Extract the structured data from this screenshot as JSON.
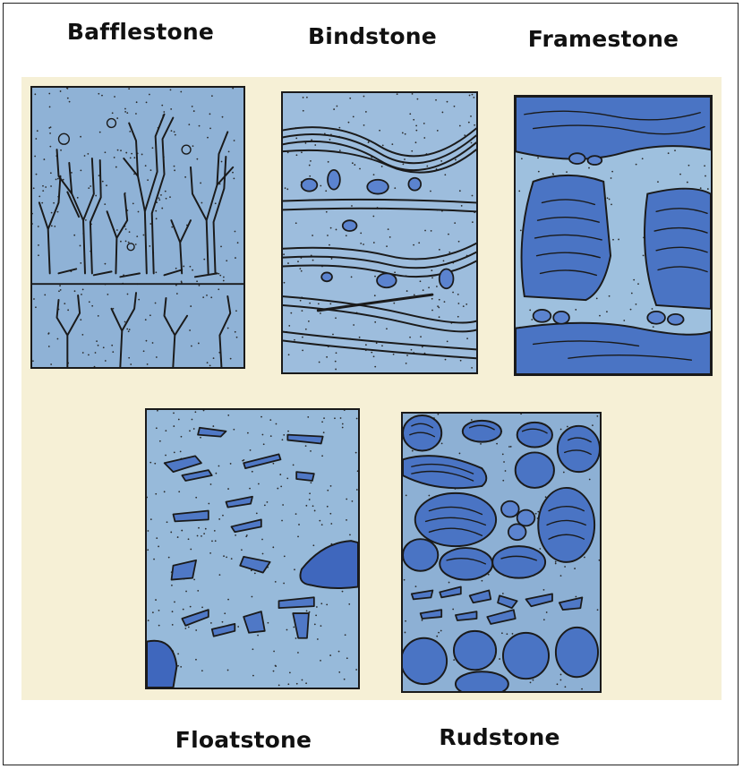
{
  "labels": {
    "bafflestone": "Bafflestone",
    "bindstone": "Bindstone",
    "framestone": "Framestone",
    "floatstone": "Floatstone",
    "rudstone": "Rudstone"
  },
  "colors": {
    "background": "#f6f0d6",
    "matrix": "#8fb2d6",
    "grain_blue": "#4a74c4",
    "outline": "#1a1a1a"
  }
}
